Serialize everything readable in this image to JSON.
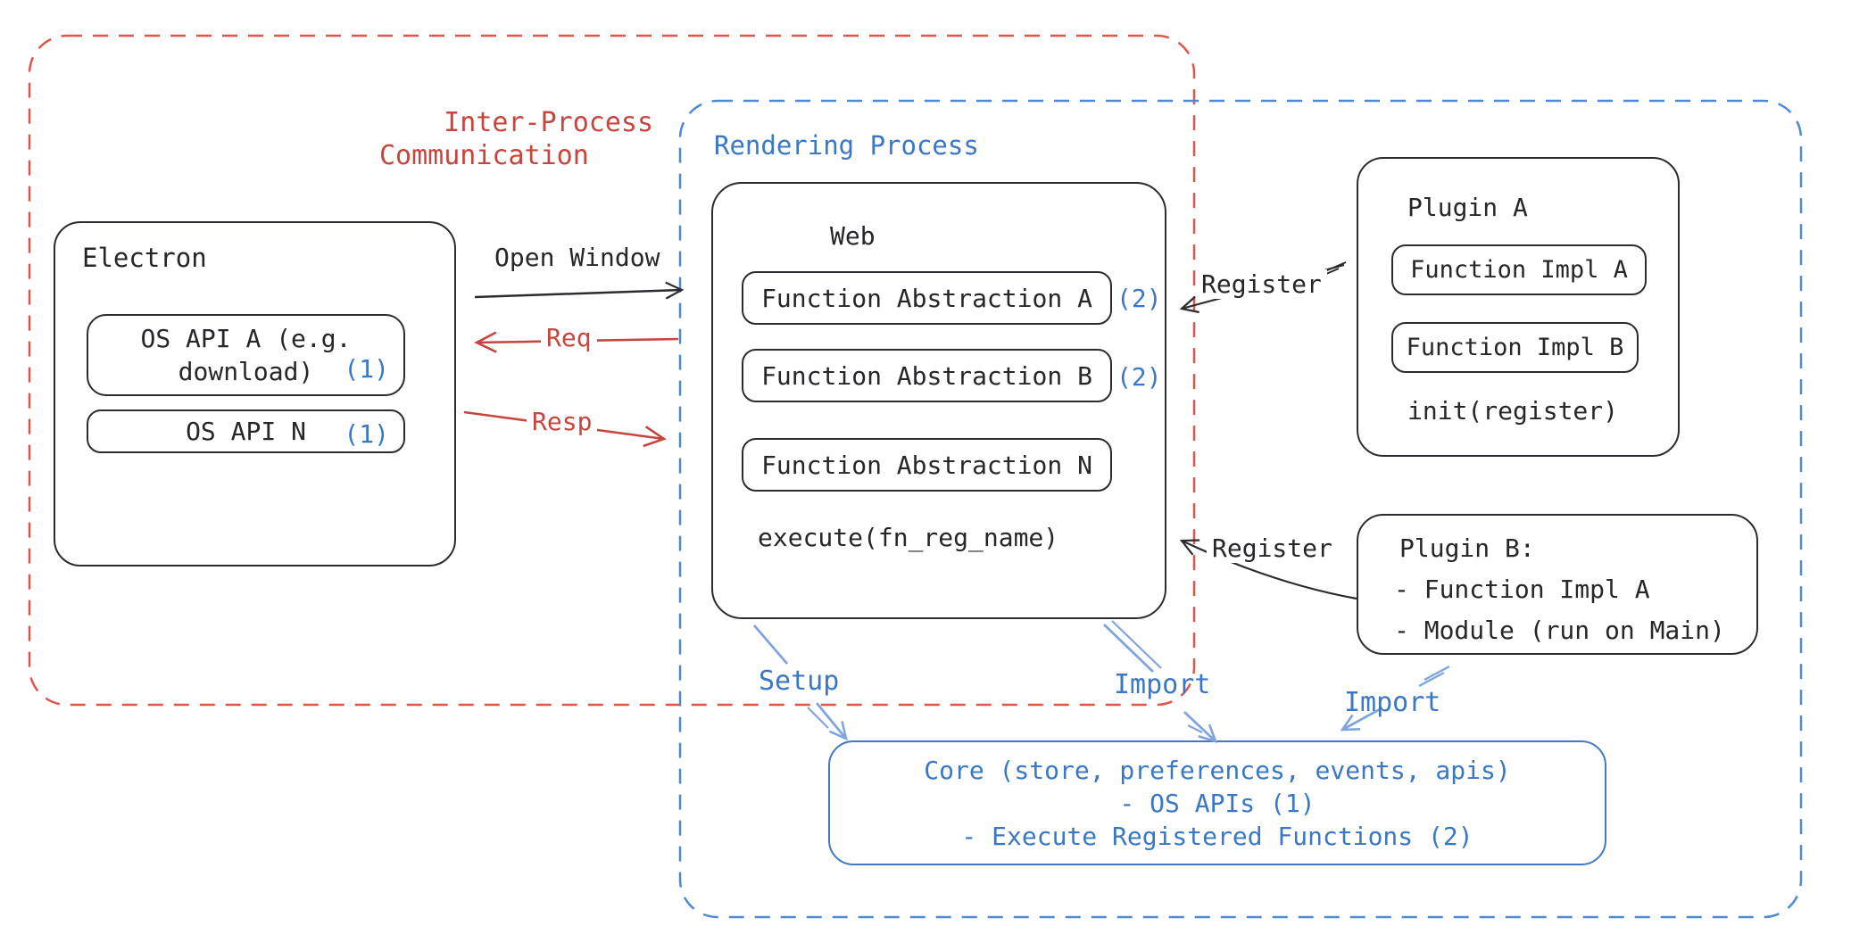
{
  "colors": {
    "ink": "#26262b",
    "red": "#c8453e",
    "red_dash": "#dd564c",
    "blue": "#3a78c6",
    "blue_dash": "#4e8ad2",
    "arrow_blue": "#7fa5de",
    "core_border": "#4179c5"
  },
  "ipc": {
    "label_line1": "Inter-Process",
    "label_line2": "Communication"
  },
  "rendering_process": {
    "label": "Rendering Process"
  },
  "electron": {
    "title": "Electron",
    "os_api_a": {
      "line1": "OS API A (e.g.",
      "line2": "download)",
      "badge": "(1)"
    },
    "os_api_n": {
      "label": "OS API N",
      "badge": "(1)"
    }
  },
  "web": {
    "title": "Web",
    "abstractions": [
      {
        "label": "Function Abstraction A",
        "badge": "(2)"
      },
      {
        "label": "Function Abstraction B",
        "badge": "(2)"
      },
      {
        "label": "Function Abstraction N",
        "badge": ""
      }
    ],
    "execute_label": "execute(fn_reg_name)"
  },
  "plugin_a": {
    "title": "Plugin A",
    "impl_a": "Function Impl A",
    "impl_b": "Function Impl B",
    "init_label": "init(register)"
  },
  "plugin_b": {
    "title": "Plugin B:",
    "items": [
      "- Function Impl A",
      "- Module (run on Main)"
    ]
  },
  "core": {
    "lines": [
      "Core (store, preferences, events, apis)",
      "- OS APIs (1)",
      "- Execute Registered Functions (2)"
    ]
  },
  "arrows": {
    "open_window": "Open Window",
    "req": "Req",
    "resp": "Resp",
    "register_top": "Register",
    "register_bottom": "Register",
    "setup": "Setup",
    "import_web": "Import",
    "import_plugin": "Import"
  }
}
